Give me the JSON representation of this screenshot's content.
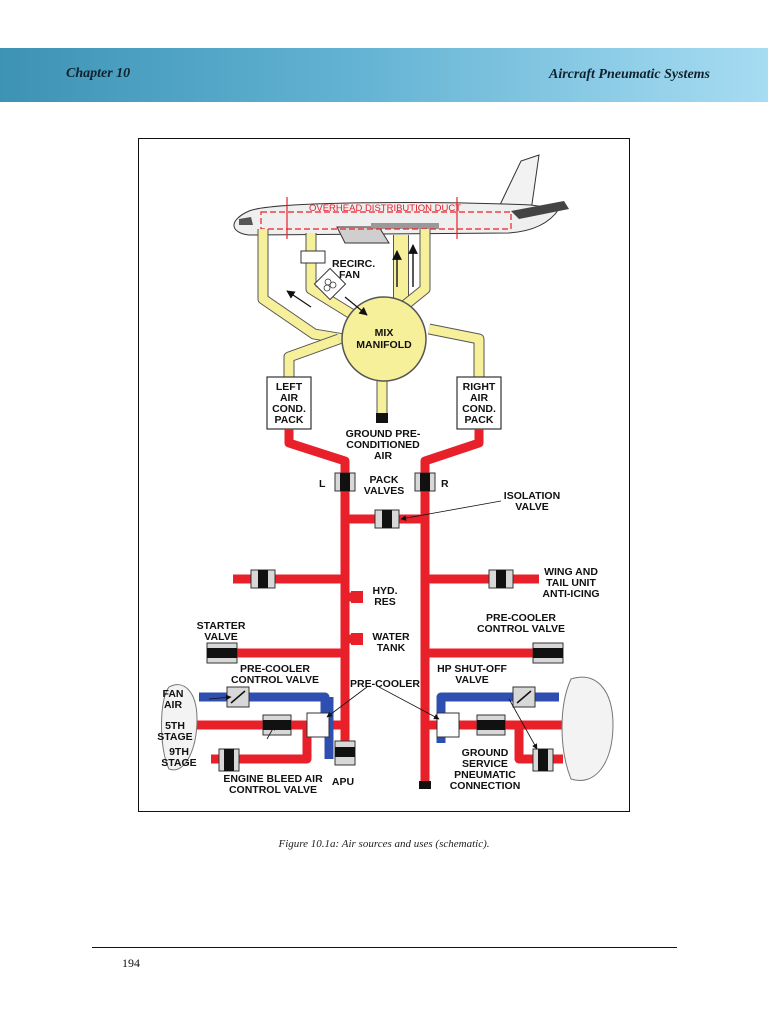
{
  "header": {
    "chapter": "Chapter 10",
    "section": "Aircraft Pneumatic Systems"
  },
  "colors": {
    "header_band": "#4aa3c4",
    "hot_air": "#e8202a",
    "cold_air": "#2f4fb0",
    "conditioned_air": "#f7f09a",
    "overhead_duct_text": "#e8202a"
  },
  "figure": {
    "labels": {
      "overhead_duct": "OVERHEAD DISTRIBUTION DUCT",
      "recirc_fan": [
        "RECIRC.",
        "FAN"
      ],
      "mix_manifold": [
        "MIX",
        "MANIFOLD"
      ],
      "left_pack": [
        "LEFT",
        "AIR",
        "COND.",
        "PACK"
      ],
      "right_pack": [
        "RIGHT",
        "AIR",
        "COND.",
        "PACK"
      ],
      "ground_preconditioned": [
        "GROUND PRE-",
        "CONDITIONED",
        "AIR"
      ],
      "pack_valves": [
        "PACK",
        "VALVES"
      ],
      "left_letter": "L",
      "right_letter": "R",
      "isolation_valve": [
        "ISOLATION",
        "VALVE"
      ],
      "wing_anti_icing": [
        "WING AND",
        "TAIL UNIT",
        "ANTI-ICING"
      ],
      "hyd_res": [
        "HYD.",
        "RES"
      ],
      "starter_valve": [
        "STARTER",
        "VALVE"
      ],
      "water_tank": [
        "WATER",
        "TANK"
      ],
      "precooler_control_right": [
        "PRE-COOLER",
        "CONTROL VALVE"
      ],
      "precooler_control_left": [
        "PRE-COOLER",
        "CONTROL VALVE"
      ],
      "pre_cooler": "PRE-COOLER",
      "hp_shutoff": [
        "HP SHUT-OFF",
        "VALVE"
      ],
      "fan_air": [
        "FAN",
        "AIR"
      ],
      "fifth_stage": [
        "5TH",
        "STAGE"
      ],
      "ninth_stage": [
        "9TH",
        "STAGE"
      ],
      "engine_bleed": [
        "ENGINE BLEED AIR",
        "CONTROL VALVE"
      ],
      "apu": "APU",
      "ground_service": [
        "GROUND",
        "SERVICE",
        "PNEUMATIC",
        "CONNECTION"
      ]
    },
    "caption": "Figure 10.1a:   Air sources and uses (schematic)."
  },
  "footer": {
    "page_number": "194"
  }
}
